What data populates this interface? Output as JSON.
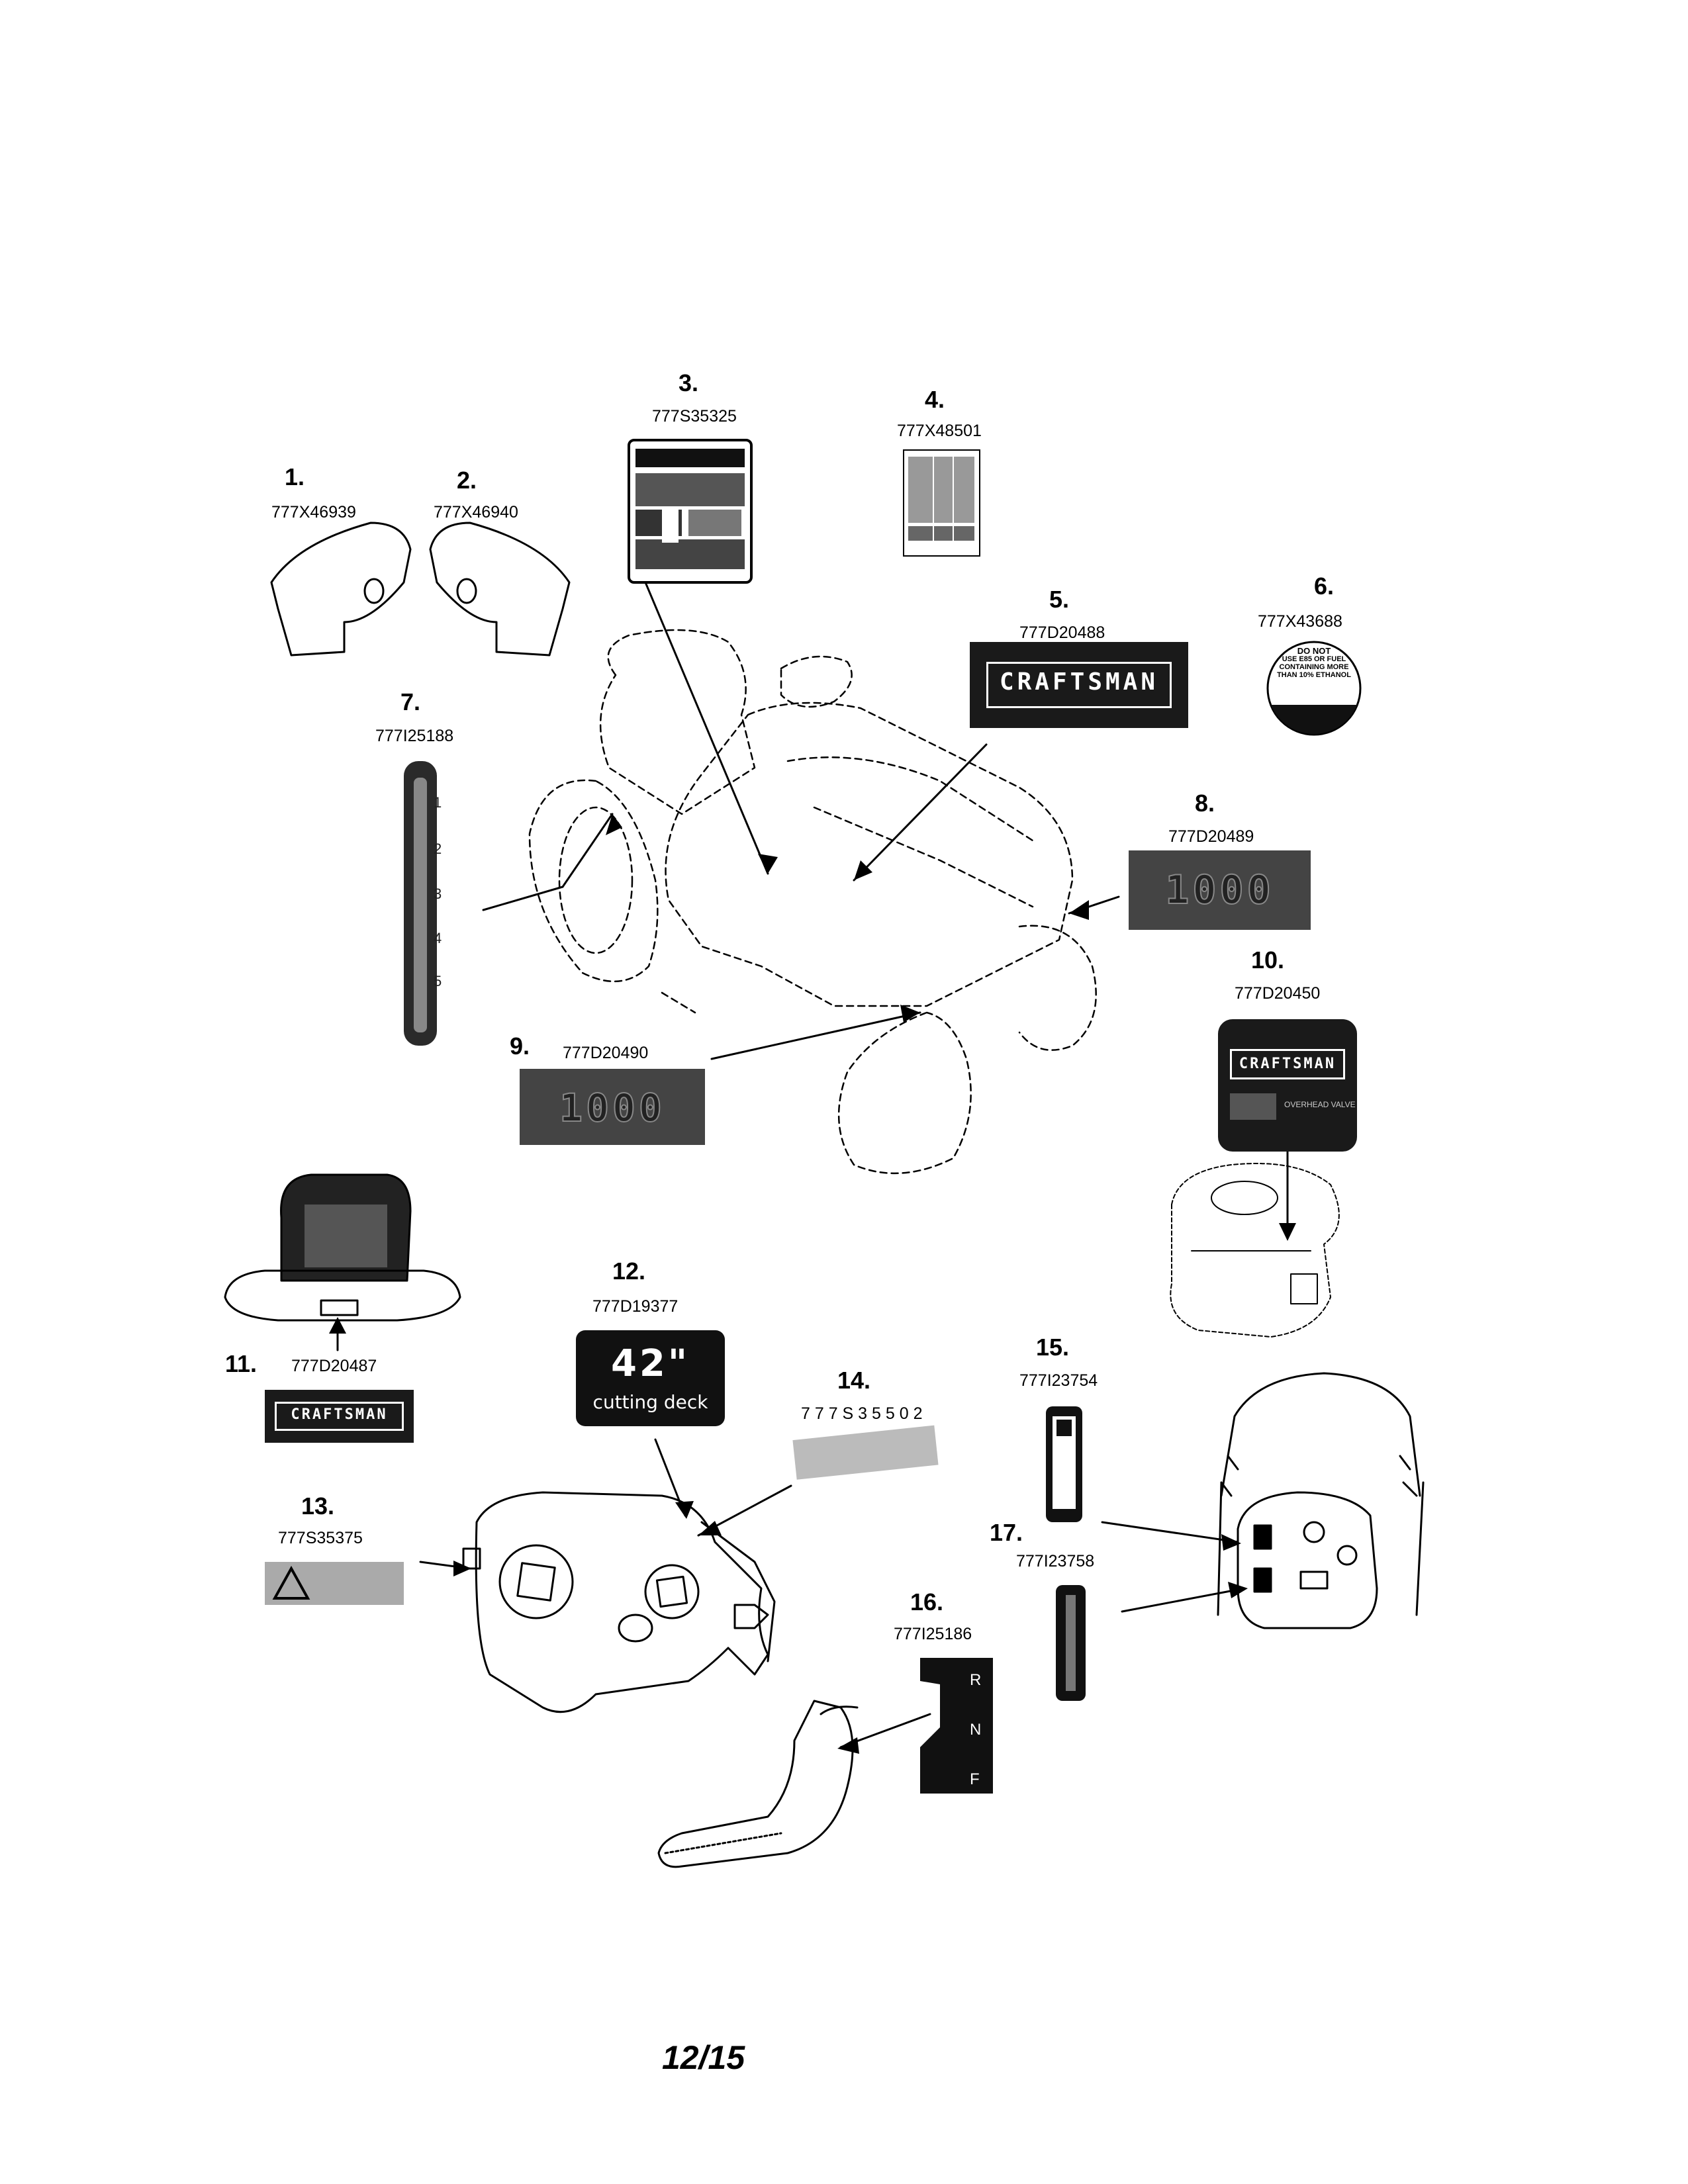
{
  "colors": {
    "ink": "#000000",
    "decal": "#1a1a1a",
    "decal_gray": "#444444",
    "paper": "#ffffff"
  },
  "labels": [
    {
      "num": "1.",
      "part": "777X46939"
    },
    {
      "num": "2.",
      "part": "777X46940"
    },
    {
      "num": "3.",
      "part": "777S35325"
    },
    {
      "num": "4.",
      "part": "777X48501"
    },
    {
      "num": "5.",
      "part": "777D20488"
    },
    {
      "num": "6.",
      "part": "777X43688"
    },
    {
      "num": "7.",
      "part": "777I25188"
    },
    {
      "num": "8.",
      "part": "777D20489"
    },
    {
      "num": "9.",
      "part": "777D20490"
    },
    {
      "num": "10.",
      "part": "777D20450"
    },
    {
      "num": "11.",
      "part": "777D20487"
    },
    {
      "num": "12.",
      "part": "777D19377"
    },
    {
      "num": "13.",
      "part": "777S35375"
    },
    {
      "num": "14.",
      "part": "7 7 7 S 3 5 5 0 2"
    },
    {
      "num": "15.",
      "part": "777I23754"
    },
    {
      "num": "16.",
      "part": "777I25186"
    },
    {
      "num": "17.",
      "part": "777I23758"
    }
  ],
  "decals": {
    "brand": "CRAFTSMAN",
    "model_1000": "1000",
    "deck_size": "42\"",
    "deck_text": "cutting deck",
    "fuel_warning": [
      "DO NOT",
      "USE E85 OR FUEL",
      "CONTAINING MORE",
      "THAN 10% ETHANOL"
    ],
    "overhead_valve": "OVERHEAD VALVE",
    "gear_positions": [
      "1",
      "2",
      "3",
      "4",
      "5"
    ],
    "pedal_positions": [
      "R",
      "N",
      "F"
    ]
  },
  "page_number": "12/15"
}
